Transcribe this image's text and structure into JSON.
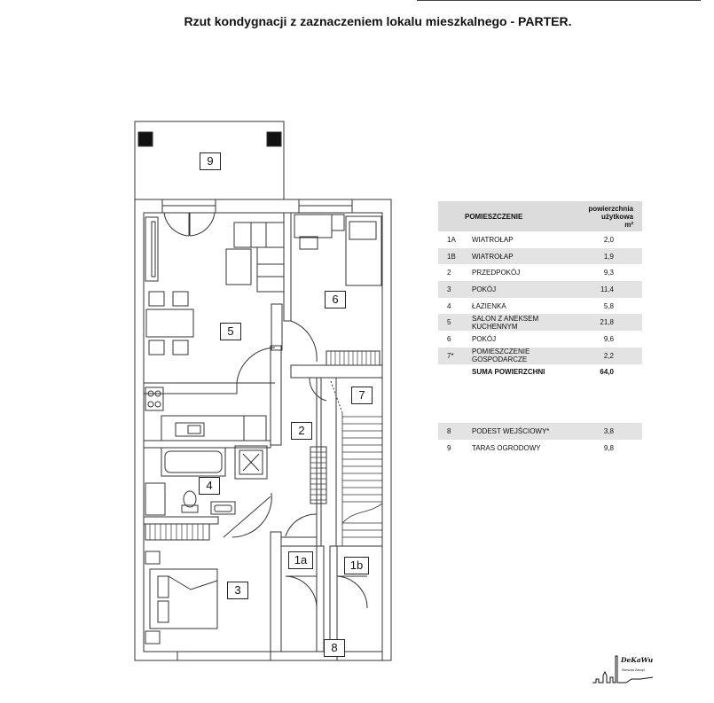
{
  "page": {
    "title": "Rzut kondygnacji z zaznaczeniem lokalu mieszkalnego - PARTER."
  },
  "plan": {
    "labels": {
      "r1a": "1a",
      "r1b": "1b",
      "r2": "2",
      "r3": "3",
      "r4": "4",
      "r5": "5",
      "r6": "6",
      "r7": "7",
      "r8": "8",
      "r9": "9"
    }
  },
  "table": {
    "header_name": "POMIESZCZENIE",
    "header_area_line1": "powierzchnia",
    "header_area_line2": "użytkowa",
    "header_area_line3": "m²",
    "rows": [
      {
        "num": "1A",
        "name": "WIATROŁAP",
        "area": "2,0"
      },
      {
        "num": "1B",
        "name": "WIATROŁAP",
        "area": "1,9"
      },
      {
        "num": "2",
        "name": "PRZEDPOKÓJ",
        "area": "9,3"
      },
      {
        "num": "3",
        "name": "POKÓJ",
        "area": "11,4"
      },
      {
        "num": "4",
        "name": "ŁAZIENKA",
        "area": "5,8"
      },
      {
        "num": "5",
        "name": "SALON Z ANEKSEM KUCHENNYM",
        "area": "21,8"
      },
      {
        "num": "6",
        "name": "POKÓJ",
        "area": "9,6"
      },
      {
        "num": "7*",
        "name": "POMIESZCZENIE GOSPODARCZE",
        "area": "2,2"
      }
    ],
    "total": {
      "name": "SUMA POWIERZCHNI",
      "area": "64,0"
    },
    "extra": [
      {
        "num": "8",
        "name": "PODEST WEJŚCIOWY*",
        "area": "3,8"
      },
      {
        "num": "9",
        "name": "TARAS OGRODOWY",
        "area": "9,8"
      }
    ]
  },
  "logo": {
    "text": "DeKaWu",
    "sub": "Rzeszów Zaczęł"
  }
}
